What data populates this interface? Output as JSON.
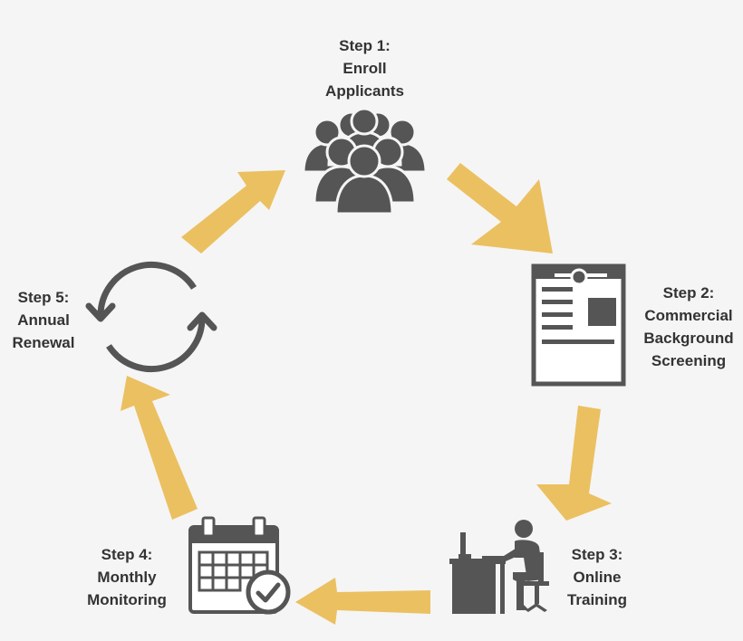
{
  "colors": {
    "background": "#f5f5f5",
    "arrow": "#ebc061",
    "icon": "#555555",
    "text": "#333333"
  },
  "steps": [
    {
      "heading": "Step 1:",
      "lines": [
        "Enroll",
        "Applicants"
      ],
      "icon": "people-group-icon"
    },
    {
      "heading": "Step 2:",
      "lines": [
        "Commercial",
        "Background",
        "Screening"
      ],
      "icon": "document-icon"
    },
    {
      "heading": "Step 3:",
      "lines": [
        "Online",
        "Training"
      ],
      "icon": "person-at-computer-icon"
    },
    {
      "heading": "Step 4:",
      "lines": [
        "Monthly",
        "Monitoring"
      ],
      "icon": "calendar-check-icon"
    },
    {
      "heading": "Step 5:",
      "lines": [
        "Annual",
        "Renewal"
      ],
      "icon": "renewal-cycle-icon"
    }
  ]
}
